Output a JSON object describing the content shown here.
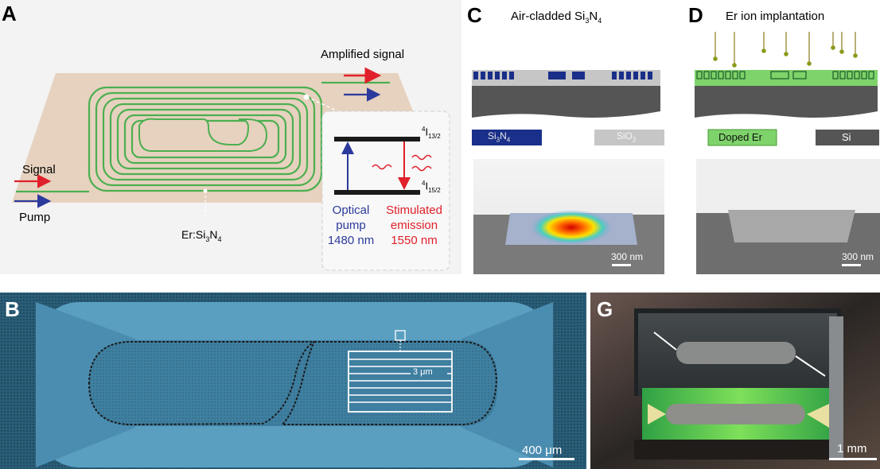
{
  "panels": {
    "a": {
      "label": "A",
      "amplified_signal": "Amplified signal",
      "signal": "Signal",
      "pump": "Pump",
      "material_base": "Er:Si",
      "material_sub3": "3",
      "material_mid": "N",
      "material_sub4": "4",
      "level_upper_sup": "4",
      "level_upper_main": "I",
      "level_upper_sub": "13/2",
      "level_lower_sup": "4",
      "level_lower_main": "I",
      "level_lower_sub": "15/2",
      "optical_pump_1": "Optical",
      "optical_pump_2": "pump",
      "optical_pump_3": "1480 nm",
      "stim_1": "Stimulated",
      "stim_2": "emission",
      "stim_3": "1550 nm",
      "colors": {
        "pump": "#2b3a9c",
        "signal": "#e0202a",
        "waveguide": "#4caf50",
        "substrate": "#e6d2bf"
      }
    },
    "b": {
      "label": "B",
      "spacing_label": "3 μm",
      "scale_bar": "400 μm"
    },
    "c": {
      "label": "C",
      "title_base": "Air-cladded Si",
      "title_sub3": "3",
      "title_mid": "N",
      "title_sub4": "4",
      "legend_sin_base": "Si",
      "legend_sin_sub3": "3",
      "legend_sin_mid": "N",
      "legend_sin_sub4": "4",
      "legend_sio_base": "SiO",
      "legend_sio_sub": "2",
      "scale_bar": "300 nm",
      "colors": {
        "sin": "#1a2f8a",
        "sio2": "#c6c6c6"
      }
    },
    "d": {
      "label": "D",
      "title": "Er ion implantation",
      "legend_er": "Doped Er",
      "legend_si": "Si",
      "scale_bar": "300 nm",
      "colors": {
        "er": "#7ed36a",
        "si": "#6a6a6a"
      }
    },
    "g": {
      "label": "G",
      "scale_bar": "1 mm"
    }
  }
}
